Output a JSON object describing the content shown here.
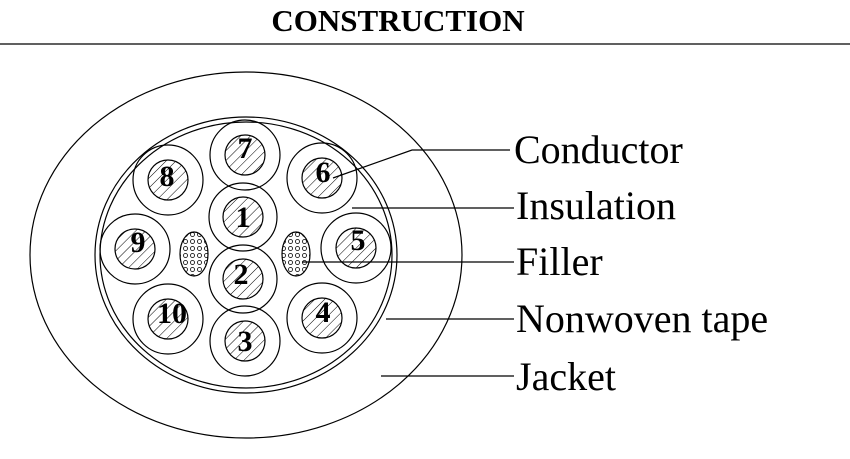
{
  "title": "CONSTRUCTION",
  "cores": [
    {
      "number": "1"
    },
    {
      "number": "2"
    },
    {
      "number": "3"
    },
    {
      "number": "4"
    },
    {
      "number": "5"
    },
    {
      "number": "6"
    },
    {
      "number": "7"
    },
    {
      "number": "8"
    },
    {
      "number": "9"
    },
    {
      "number": "10"
    }
  ],
  "callouts": [
    {
      "label": "Conductor"
    },
    {
      "label": "Insulation"
    },
    {
      "label": "Filler"
    },
    {
      "label": "Nonwoven tape"
    },
    {
      "label": "Jacket"
    }
  ]
}
